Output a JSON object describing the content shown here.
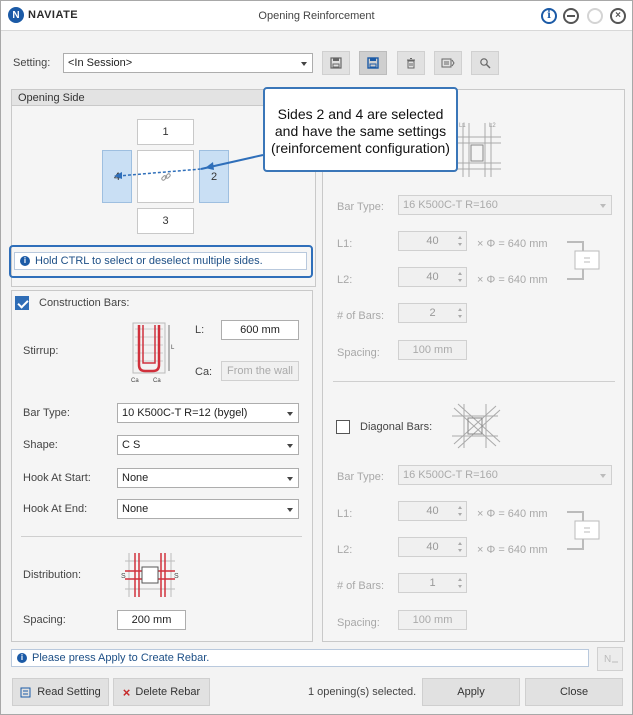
{
  "app": {
    "logo_letter": "N",
    "logo_text": "NAVIATE",
    "title": "Opening Reinforcement",
    "info_glyph": "i",
    "close_glyph": "×"
  },
  "setting": {
    "label": "Setting:",
    "value": "<In Session>"
  },
  "toolbar_icons": [
    "save-icon",
    "save-as-icon",
    "delete-icon",
    "rename-icon",
    "search-setting-icon"
  ],
  "opening_side": {
    "header": "Opening Side",
    "sides": {
      "top": "1",
      "right": "2",
      "bottom": "3",
      "left": "4"
    },
    "selected": [
      "2",
      "4"
    ],
    "hint": "Hold CTRL to select or deselect multiple sides."
  },
  "callout": {
    "line1": "Sides 2 and 4 are selected",
    "line2": "and have the same settings",
    "line3": "(reinforcement configuration)"
  },
  "construction_bars": {
    "label": "Construction Bars:",
    "checked": true,
    "stirrup_label": "Stirrup:",
    "l_label": "L:",
    "l_value": "600 mm",
    "ca_label": "Ca:",
    "ca_value": "From the wall",
    "fig_l": "L",
    "fig_ca": "Ca",
    "bar_type_label": "Bar Type:",
    "bar_type_value": "10 K500C-T R=12 (bygel)",
    "shape_label": "Shape:",
    "shape_value": "C S",
    "hook_start_label": "Hook At Start:",
    "hook_start_value": "None",
    "hook_end_label": "Hook At End:",
    "hook_end_value": "None",
    "distribution_label": "Distribution:",
    "dist_s_left": "S",
    "dist_s_right": "S",
    "spacing_label": "Spacing:",
    "spacing_value": "200 mm"
  },
  "right_top": {
    "bar_type_label": "Bar Type:",
    "bar_type_value": "16 K500C-T R=160",
    "l1_label": "L1:",
    "l1_value": "40",
    "l1_formula": "× Φ = 640 mm",
    "l2_label": "L2:",
    "l2_value": "40",
    "l2_formula": "× Φ = 640 mm",
    "bars_label": "# of Bars:",
    "bars_value": "2",
    "spacing_label": "Spacing:",
    "spacing_value": "100 mm",
    "fig_l1": "L1",
    "fig_l2": "L2"
  },
  "diagonal_bars": {
    "label": "Diagonal Bars:",
    "checked": false,
    "bar_type_label": "Bar Type:",
    "bar_type_value": "16 K500C-T R=160",
    "l1_label": "L1:",
    "l1_value": "40",
    "l1_formula": "× Φ = 640 mm",
    "l2_label": "L2:",
    "l2_value": "40",
    "l2_formula": "× Φ = 640 mm",
    "bars_label": "# of Bars:",
    "bars_value": "1",
    "spacing_label": "Spacing:",
    "spacing_value": "100 mm"
  },
  "status": {
    "message": "Please press Apply to Create Rebar."
  },
  "footer": {
    "read_setting": "Read Setting",
    "delete_rebar": "Delete Rebar",
    "selection_text": "1 opening(s) selected.",
    "apply": "Apply",
    "close": "Close"
  },
  "colors": {
    "accent": "#1b5aa6",
    "selected_side": "#c9dff4",
    "callout_border": "#3a76b8",
    "rebar_red": "#d0303c"
  }
}
